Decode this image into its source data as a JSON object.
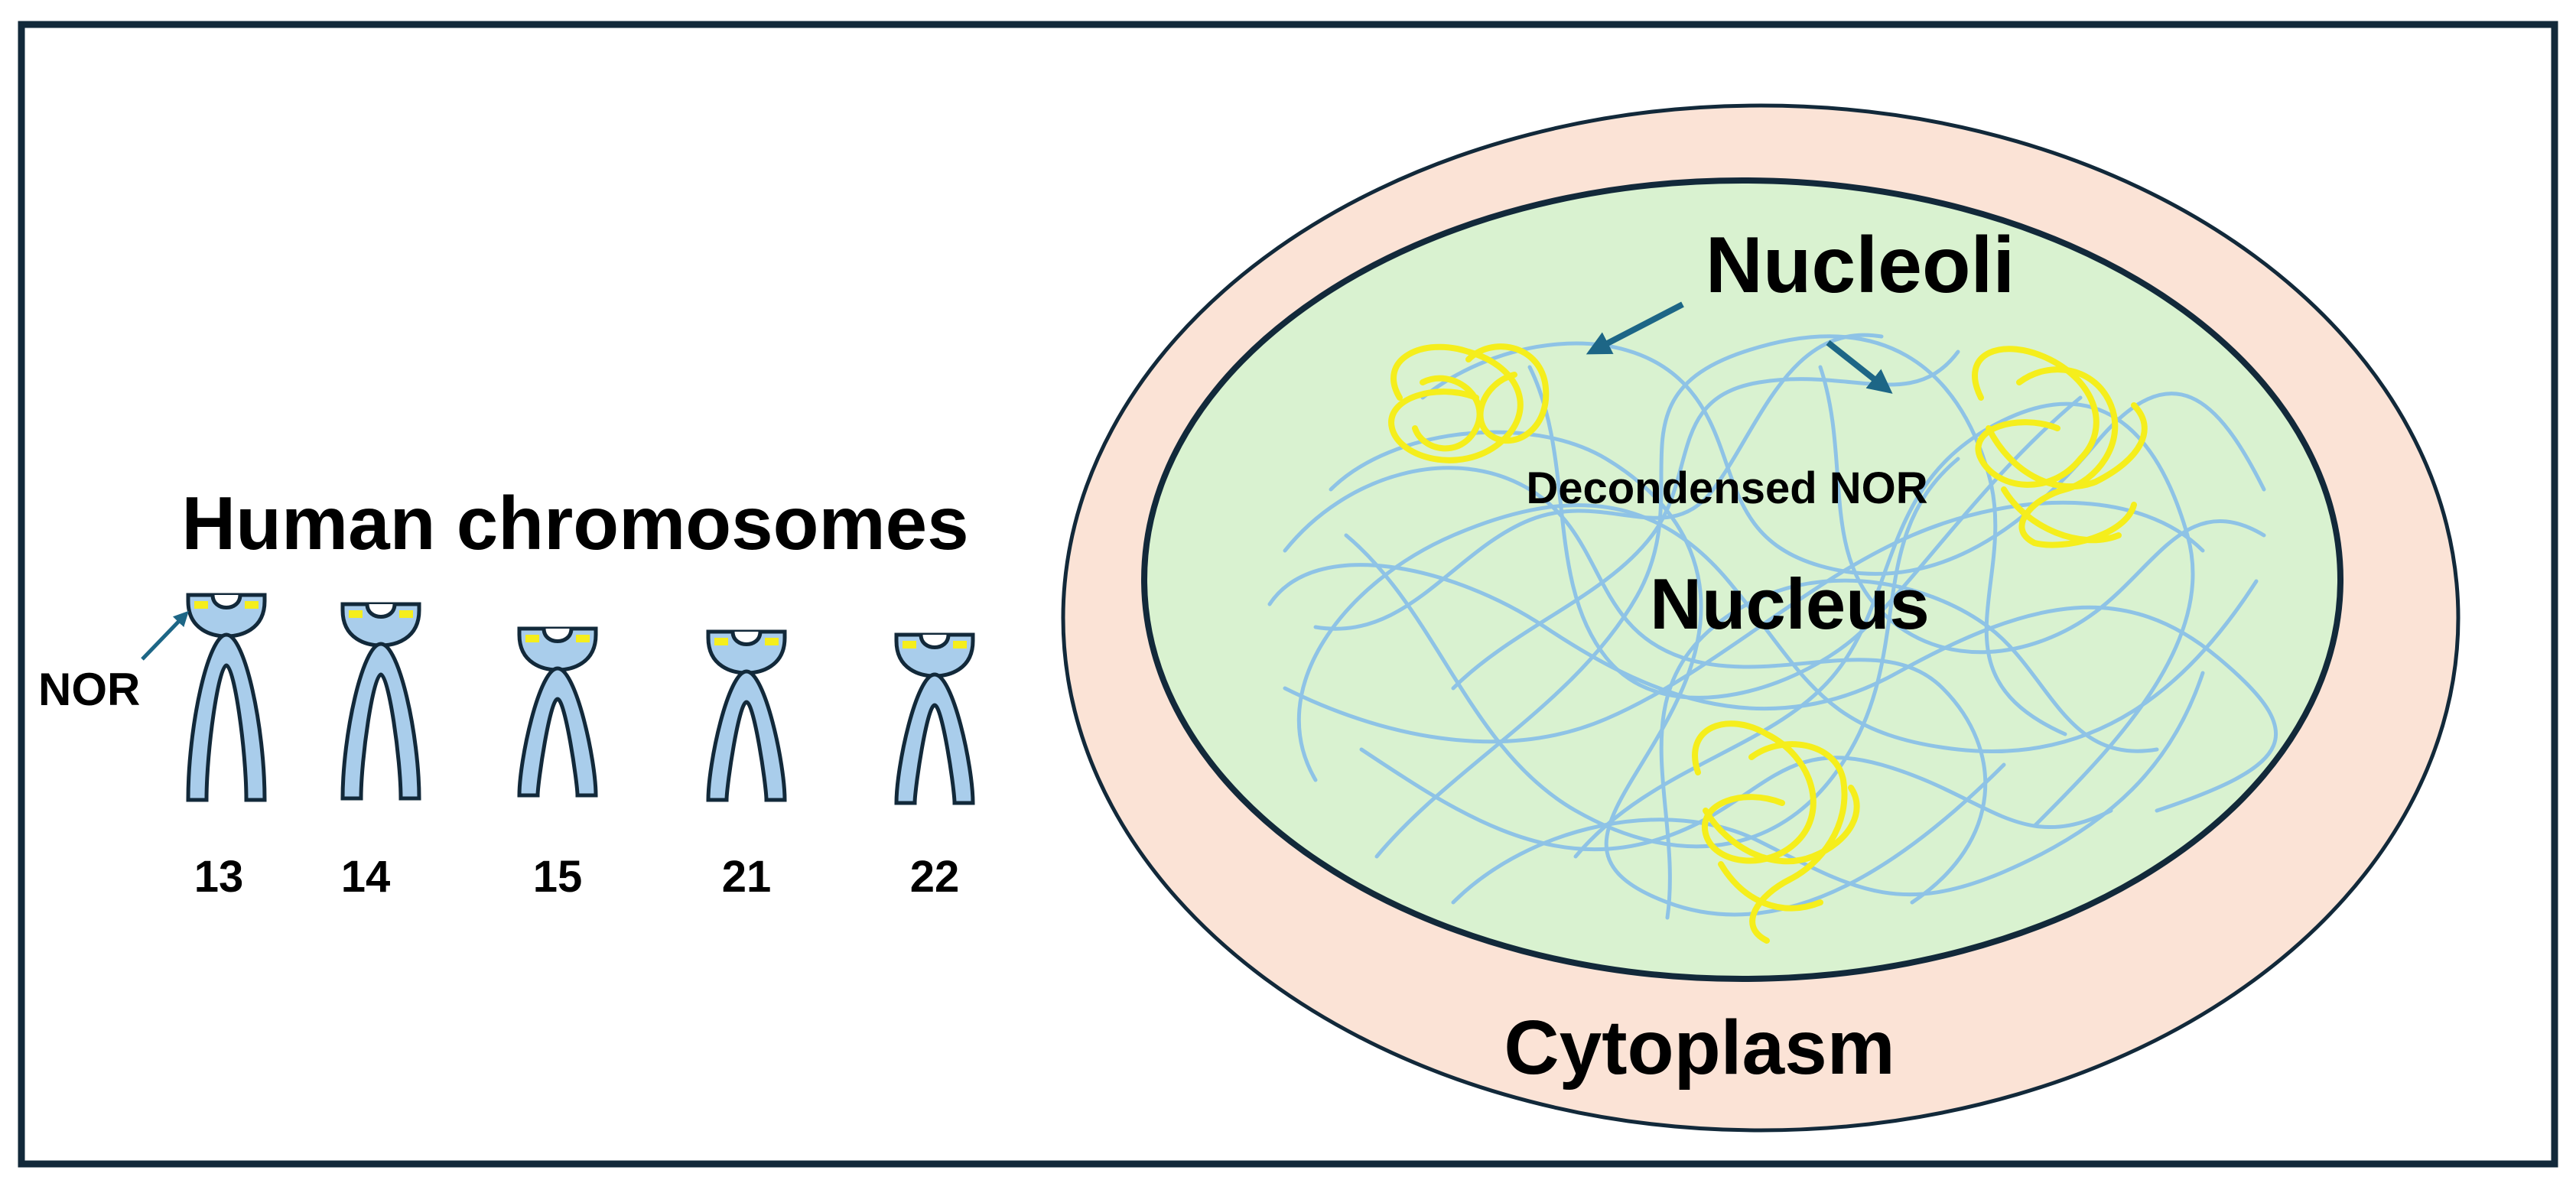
{
  "title": "Human chromosomes",
  "nor_label": "NOR",
  "chromosomes": [
    {
      "number": "13"
    },
    {
      "number": "14"
    },
    {
      "number": "15"
    },
    {
      "number": "21"
    },
    {
      "number": "22"
    }
  ],
  "cell": {
    "nucleoli_label": "Nucleoli",
    "decondensed_label": "Decondensed NOR",
    "nucleus_label": "Nucleus",
    "cytoplasm_label": "Cytoplasm"
  },
  "colors": {
    "frame": "#12293a",
    "chromosome_fill": "#a9cdeb",
    "nor_band": "#f5ee1c",
    "cytoplasm": "#fbe3d6",
    "nucleus": "#d9f2d0",
    "chromatin": "#8ec3e6",
    "nucleolus": "#f5ee1c",
    "arrow": "#1d6686"
  }
}
